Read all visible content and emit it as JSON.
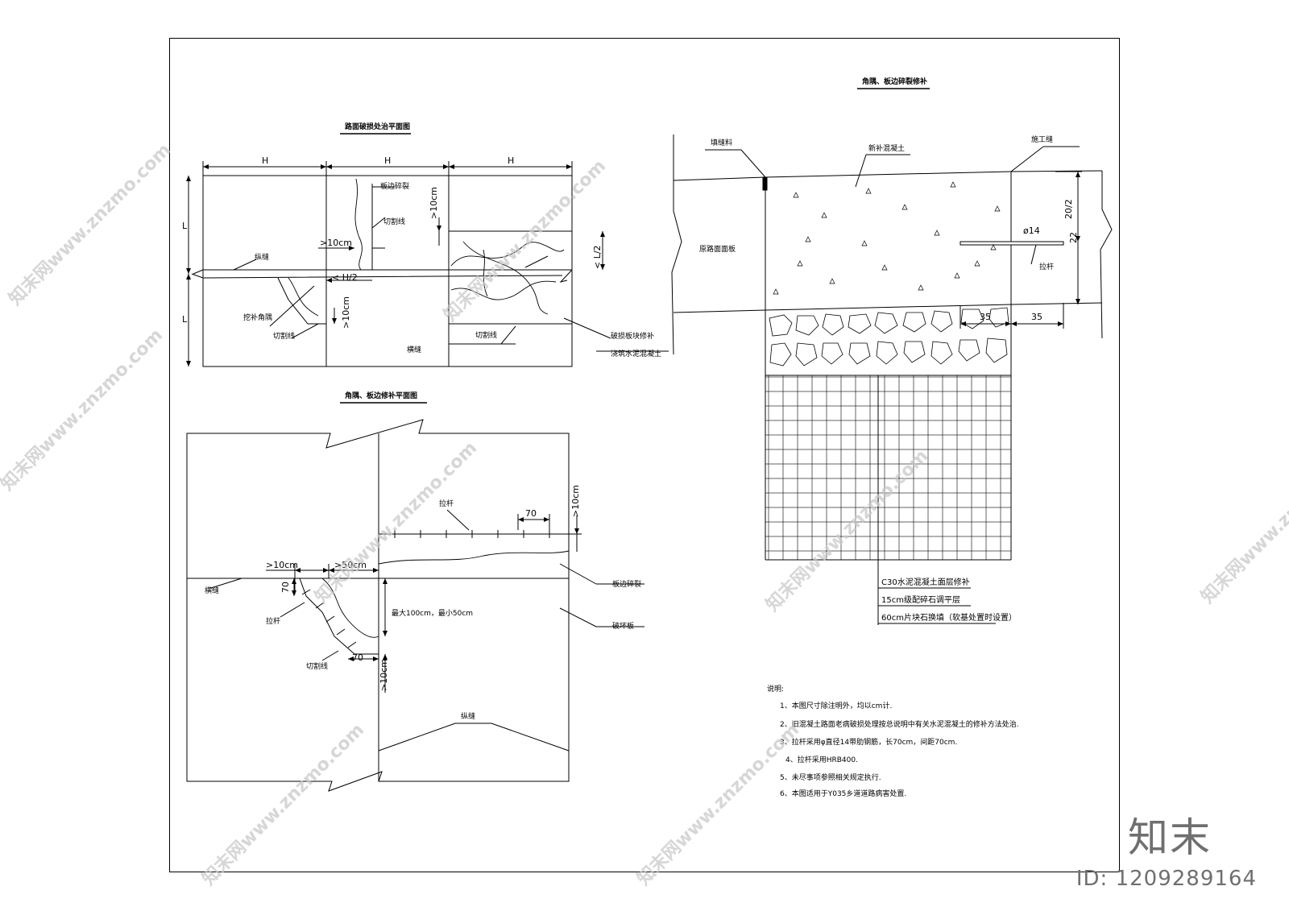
{
  "plan1": {
    "title": "路面破损处治平面图",
    "dim_h": [
      "H",
      "H",
      "H"
    ],
    "dim_l": [
      "L",
      "L"
    ],
    "labels": {
      "edge_crack": "板边碎裂",
      "cut_line_top": "切割线",
      "gt10_left": ">10cm",
      "gt10_v": ">10cm",
      "lt_h2": "< H/2",
      "lt_l2": "< L/2",
      "long_joint": "纵缝",
      "dig_corner": "挖补角隅",
      "cut_line_a": "切割线",
      "gt10_v2": ">10cm",
      "trans_joint": "横缝",
      "cut_line_b": "切割线",
      "broken_slab": "破损板块修补",
      "pour_concrete": "浇筑水泥混凝土"
    }
  },
  "plan2": {
    "title": "角隅、板边修补平面图",
    "labels": {
      "tie_bar_top": "拉杆",
      "dim70_top": "70",
      "gt10_right": ">10cm",
      "gt10_left": ">10cm",
      "gt50": ">50cm",
      "dim70_v": "70",
      "trans_joint": "横缝",
      "edge_crack": "板边碎裂",
      "tie_bar_left": "拉杆",
      "max_min": "最大100cm，最小50cm",
      "broken_slab": "破坏板",
      "dim70_bottom": "70",
      "cut_line": "切割线",
      "gt10_bottom": ">10cm",
      "long_joint": "纵缝"
    }
  },
  "section": {
    "title": "角隅、板边碎裂修补",
    "labels": {
      "filler": "填缝料",
      "new_concrete": "新补混凝土",
      "const_joint": "施工缝",
      "orig_slab": "原路面面板",
      "dia14": "ø14",
      "h_half": "20/2",
      "h_total": "22",
      "tie_bar": "拉杆",
      "dim35a": "35",
      "dim35b": "35"
    },
    "legend": [
      "C30水泥混凝土面层修补",
      "15cm级配碎石调平层",
      "60cm片块石换填（软基处置时设置）"
    ]
  },
  "notes": {
    "heading": "说明:",
    "items": [
      "1、本图尺寸除注明外，均以cm计.",
      "2、旧混凝土路面老病破损处理按总说明中有关水泥混凝土的修补方法处治.",
      "3、拉杆采用φ直径14带肋钢筋，长70cm，间距70cm.",
      "4、拉杆采用HRB400.",
      "5、未尽事项参照相关规定执行.",
      "6、本图适用于Y035乡道道路病害处置."
    ]
  },
  "watermark": {
    "text": "知末网www.znzmo.com",
    "brand": "知末",
    "id": "ID: 1209289164"
  },
  "colors": {
    "line": "#000000",
    "watermark": "#c8c8c8",
    "brand": "#6f6f6f"
  }
}
